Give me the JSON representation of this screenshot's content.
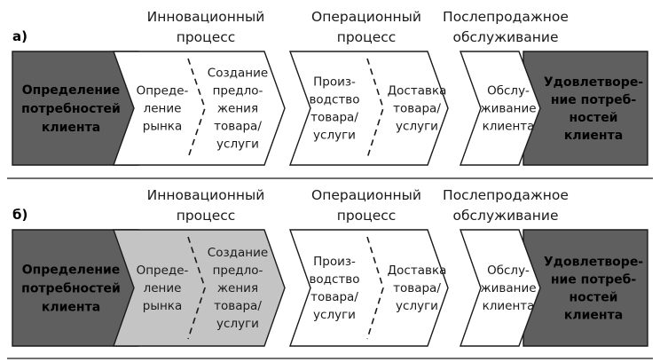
{
  "colors": {
    "ink": "#1a1a1a",
    "dark_fill": "#5f5f5f",
    "light_fill": "#c4c4c4",
    "white_fill": "#ffffff"
  },
  "headers": {
    "innovation": [
      "Инновационный",
      "процесс"
    ],
    "operation": [
      "Операционный",
      "процесс"
    ],
    "aftersales": [
      "Послепродажное",
      "обслуживание"
    ]
  },
  "stages": {
    "definition": [
      "Определение",
      "потребностей",
      "клиента"
    ],
    "market": [
      "Опреде-",
      "ление",
      "рынка"
    ],
    "creation": [
      "Создание",
      "предло-",
      "жения",
      "товара/",
      "услуги"
    ],
    "production": [
      "Произ-",
      "водство",
      "товара/",
      "услуги"
    ],
    "delivery": [
      "Доставка",
      "товара/",
      "услуги"
    ],
    "service": [
      "Обслу-",
      "живание",
      "клиента"
    ],
    "satisfaction": [
      "Удовлетворе-",
      "ние потреб-",
      "ностей",
      "клиента"
    ]
  },
  "rows": [
    {
      "tag": "а)",
      "definition_fill": "dark",
      "innovation_fill": "white"
    },
    {
      "tag": "б)",
      "definition_fill": "dark",
      "innovation_fill": "light"
    }
  ]
}
